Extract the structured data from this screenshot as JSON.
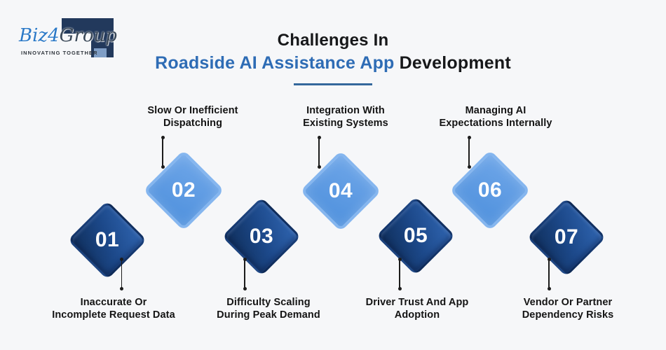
{
  "logo": {
    "brand_blue": "Biz4",
    "brand_dark": "Group",
    "tagline": "INNOVATING TOGETHER"
  },
  "title": {
    "line1": "Challenges In",
    "highlight": "Roadside AI Assistance App",
    "rest": " Development"
  },
  "colors": {
    "background": "#f6f7f9",
    "accent_blue": "#2e6cb5",
    "underline": "#34689c",
    "title_text": "#17181a",
    "label_text": "#141414",
    "connector": "#1c1c1c",
    "light_diamond_fill": "#5e9be2",
    "light_diamond_border": "#85b6ef",
    "dark_diamond_start": "#2d61ab",
    "dark_diamond_end": "#11315f",
    "logo_navy": "#22395c"
  },
  "items": [
    {
      "number": "01",
      "variant": "dark",
      "label_position": "bottom",
      "lines": [
        "Inaccurate Or",
        "Incomplete Request Data"
      ]
    },
    {
      "number": "02",
      "variant": "light",
      "label_position": "top",
      "lines": [
        "Slow Or Inefficient",
        "Dispatching"
      ]
    },
    {
      "number": "03",
      "variant": "dark",
      "label_position": "bottom",
      "lines": [
        "Difficulty Scaling",
        "During Peak Demand"
      ]
    },
    {
      "number": "04",
      "variant": "light",
      "label_position": "top",
      "lines": [
        "Integration With",
        "Existing Systems"
      ]
    },
    {
      "number": "05",
      "variant": "dark",
      "label_position": "bottom",
      "lines": [
        "Driver Trust And App",
        "Adoption"
      ]
    },
    {
      "number": "06",
      "variant": "light",
      "label_position": "top",
      "lines": [
        "Managing AI",
        "Expectations Internally"
      ]
    },
    {
      "number": "07",
      "variant": "dark",
      "label_position": "bottom",
      "lines": [
        "Vendor Or Partner",
        "Dependency Risks"
      ]
    }
  ]
}
